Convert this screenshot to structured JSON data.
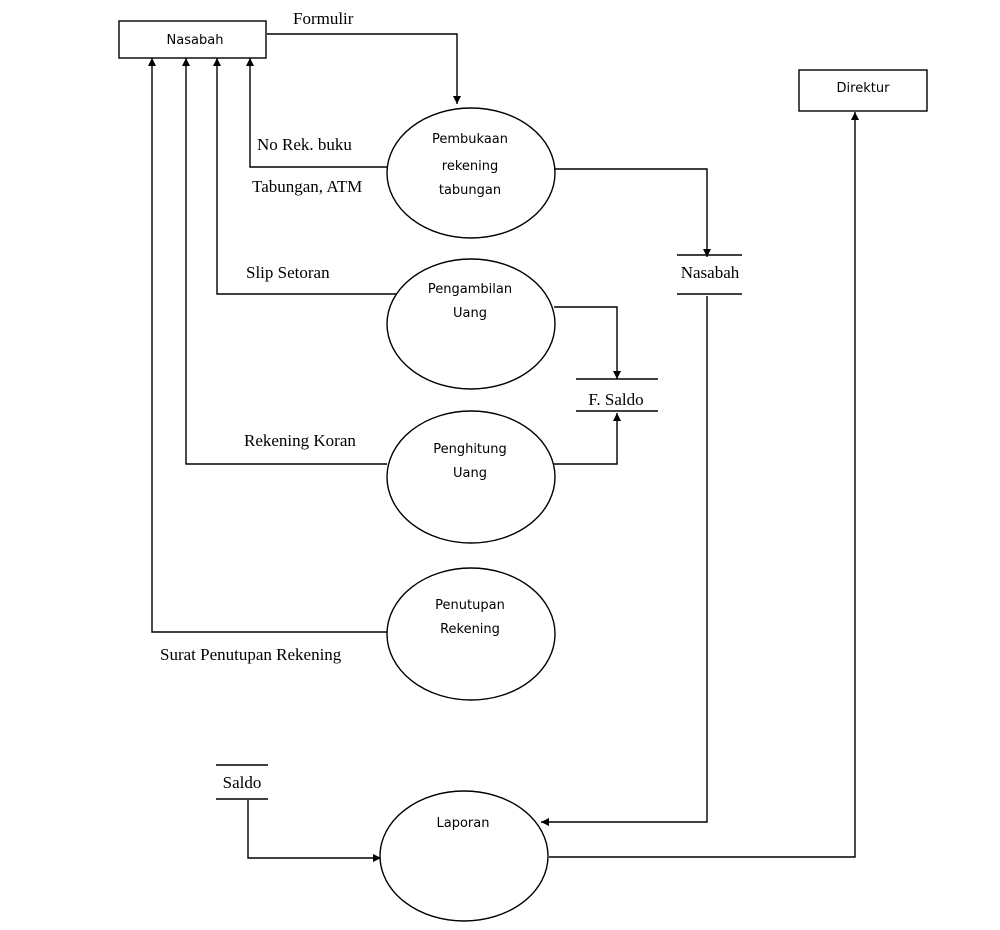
{
  "entities": {
    "nasabah": "Nasabah",
    "direktur": "Direktur"
  },
  "processes": {
    "pembukaan": [
      "Pembukaan",
      "rekening",
      "tabungan"
    ],
    "pengambilan": [
      "Pengambilan",
      "Uang"
    ],
    "penghitung": [
      "Penghitung",
      "Uang"
    ],
    "penutupan": [
      "Penutupan",
      "Rekening"
    ],
    "laporan": [
      "Laporan"
    ]
  },
  "stores": {
    "nasabah": "Nasabah",
    "f_saldo": "F. Saldo",
    "saldo": "Saldo"
  },
  "flows": {
    "formulir": "Formulir",
    "no_rek_1": "No Rek. buku",
    "no_rek_2": "Tabungan, ATM",
    "slip": "Slip Setoran",
    "koran": "Rekening Koran",
    "surat": "Surat Penutupan Rekening"
  },
  "colors": {
    "stroke": "#000000",
    "background": "#ffffff"
  }
}
